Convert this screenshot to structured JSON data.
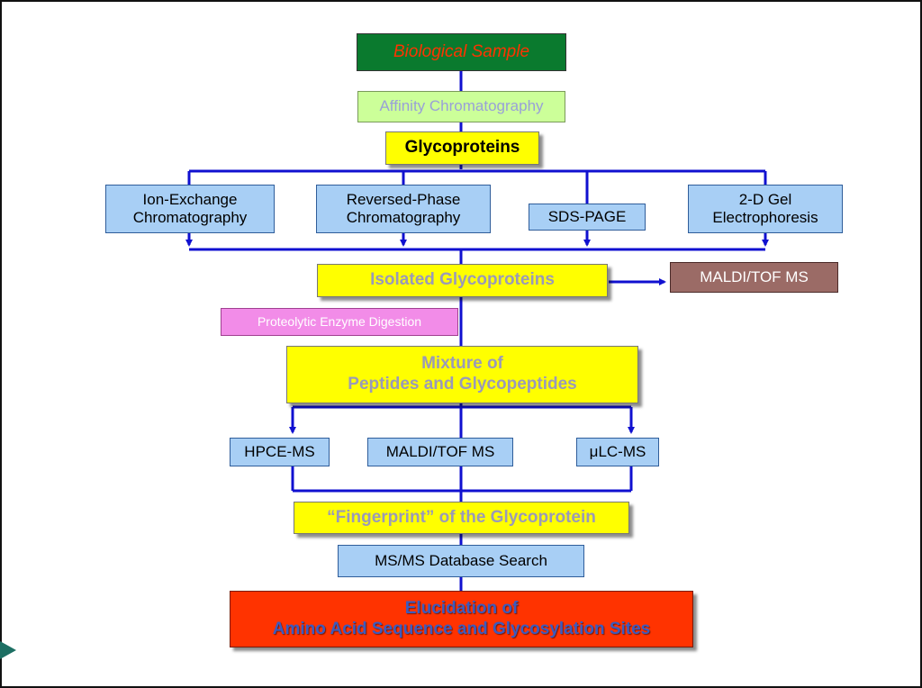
{
  "diagram": {
    "biological_sample": "Biological Sample",
    "affinity_chromatography": "Affinity Chromatography",
    "glycoproteins": "Glycoproteins",
    "ion_exchange": "Ion-Exchange\nChromatography",
    "reversed_phase": "Reversed-Phase\nChromatography",
    "sds_page": "SDS-PAGE",
    "gel_2d": "2-D Gel\nElectrophoresis",
    "isolated_glycoproteins": "Isolated Glycoproteins",
    "maldi_tof_top": "MALDI/TOF MS",
    "proteolytic_digestion": "Proteolytic Enzyme Digestion",
    "mixture": "Mixture of\nPeptides and Glycopeptides",
    "hpce_ms": "HPCE-MS",
    "maldi_tof_bottom": "MALDI/TOF MS",
    "ulc_ms": "μLC-MS",
    "fingerprint": "“Fingerprint” of the Glycoprotein",
    "msms_search": "MS/MS Database Search",
    "elucidation": "Elucidation of\nAmino Acid Sequence and Glycosylation Sites"
  },
  "colors": {
    "connector": "#1010d0",
    "sample_bg": "#0a7a2e",
    "sample_text": "#ff3300",
    "affinity_bg": "#ccff99",
    "affinity_text": "#99a0d8",
    "isolated_text": "#9a9ab8",
    "maldi_top_bg": "#9b6b66",
    "digestion_bg": "#f28ce8",
    "elucidation_bg": "#ff3300",
    "elucidation_text": "#3b5bbf"
  }
}
